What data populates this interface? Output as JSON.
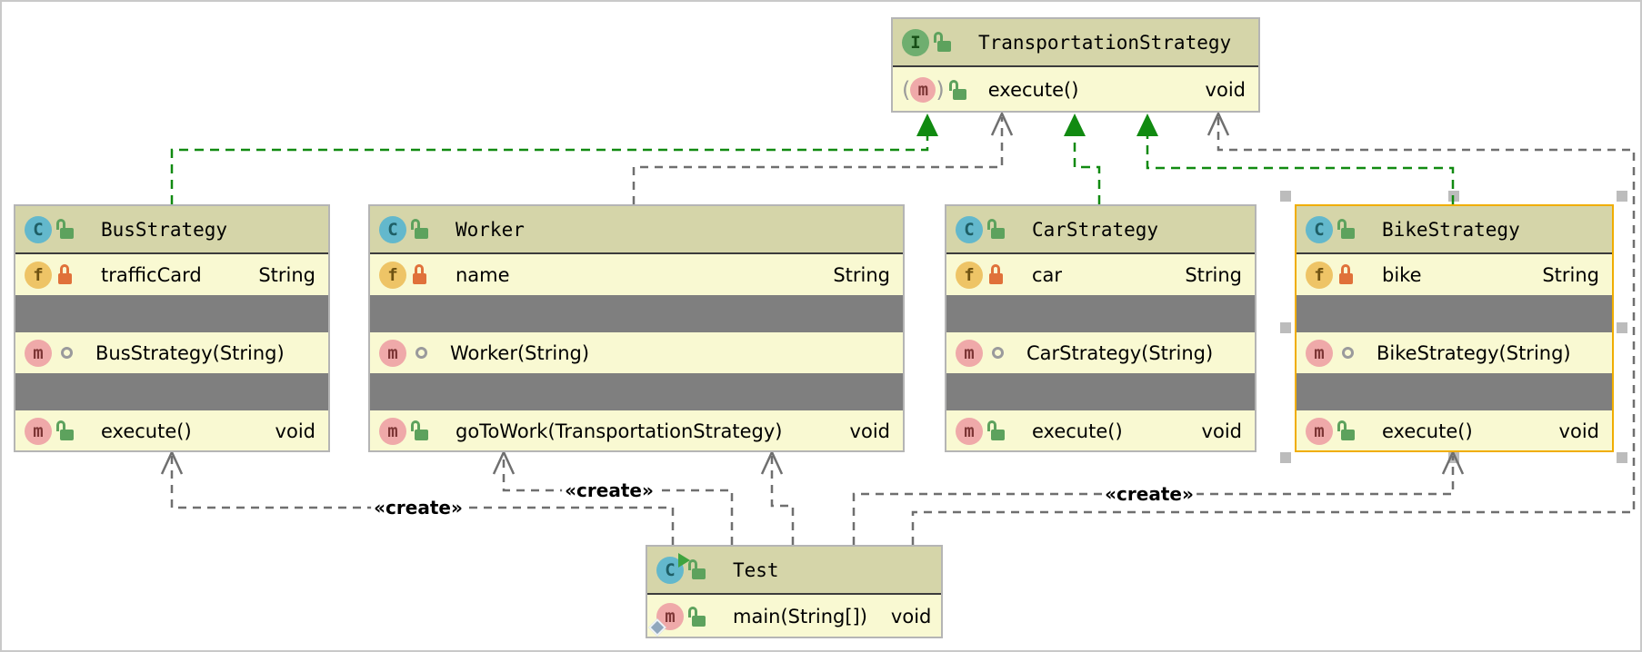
{
  "labels": {
    "create": "«create»"
  },
  "icons": {
    "class_glyph": "C",
    "interface_glyph": "I",
    "field_glyph": "f",
    "method_glyph": "m",
    "paren_open": "(",
    "paren_close": ")"
  },
  "colors": {
    "header_bg": "#d5d5a9",
    "row_bg": "#f9f9d2",
    "separator": "#7f7f7f",
    "realization_edge": "#118a11",
    "dependency_edge": "#6f6f6f",
    "selection_border": "#f0ad00",
    "class_icon": "#63b8cc",
    "interface_icon": "#6fae6f",
    "field_icon": "#eec466",
    "method_icon": "#efa9a9"
  },
  "boxes": {
    "transportation_strategy": {
      "title": "TransportationStrategy",
      "method": {
        "name": "execute()",
        "type": "void"
      }
    },
    "bus_strategy": {
      "title": "BusStrategy",
      "field": {
        "name": "trafficCard",
        "type": "String"
      },
      "constructor": {
        "name": "BusStrategy(String)"
      },
      "method": {
        "name": "execute()",
        "type": "void"
      }
    },
    "worker": {
      "title": "Worker",
      "field": {
        "name": "name",
        "type": "String"
      },
      "constructor": {
        "name": "Worker(String)"
      },
      "method": {
        "name": "goToWork(TransportationStrategy)",
        "type": "void"
      }
    },
    "car_strategy": {
      "title": "CarStrategy",
      "field": {
        "name": "car",
        "type": "String"
      },
      "constructor": {
        "name": "CarStrategy(String)"
      },
      "method": {
        "name": "execute()",
        "type": "void"
      }
    },
    "bike_strategy": {
      "title": "BikeStrategy",
      "field": {
        "name": "bike",
        "type": "String"
      },
      "constructor": {
        "name": "BikeStrategy(String)"
      },
      "method": {
        "name": "execute()",
        "type": "void"
      },
      "selected": true
    },
    "test": {
      "title": "Test",
      "method": {
        "name": "main(String[])",
        "type": "void"
      }
    }
  },
  "edges": {
    "realizations": [
      {
        "from": "BusStrategy",
        "to": "TransportationStrategy"
      },
      {
        "from": "CarStrategy",
        "to": "TransportationStrategy"
      },
      {
        "from": "BikeStrategy",
        "to": "TransportationStrategy"
      }
    ],
    "dependencies": [
      {
        "from": "Worker",
        "to": "TransportationStrategy",
        "label": ""
      },
      {
        "from": "Test",
        "to": "TransportationStrategy",
        "label": ""
      },
      {
        "from": "Test",
        "to": "BusStrategy",
        "label": "«create»"
      },
      {
        "from": "Test",
        "to": "Worker",
        "label": "«create»"
      },
      {
        "from": "Test",
        "to": "Worker",
        "label": ""
      },
      {
        "from": "Test",
        "to": "BikeStrategy",
        "label": "«create»"
      }
    ]
  }
}
